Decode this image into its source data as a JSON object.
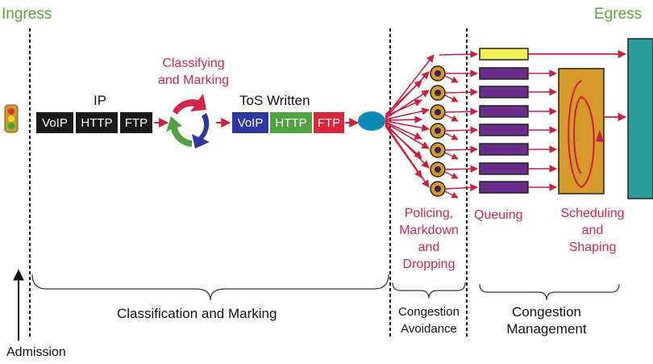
{
  "labels": {
    "ingress": "Ingress",
    "egress": "Egress",
    "ip": "IP",
    "classifying": "Classifying\nand Marking",
    "tos_written": "ToS Written",
    "policing": "Policing,\nMarkdown\nand\nDropping",
    "queuing": "Queuing",
    "scheduling": "Scheduling\nand\nShaping",
    "classification_marking": "Classification and Marking",
    "congestion_avoidance": "Congestion\nAvoidance",
    "congestion_management": "Congestion\nManagement",
    "admission": "Admission"
  },
  "packets_in": [
    "VoIP",
    "HTTP",
    "FTP"
  ],
  "packets_out": [
    "VoIP",
    "HTTP",
    "FTP"
  ],
  "colors": {
    "green_text": "#5aa23c",
    "red_text": "#d6254a",
    "arrow": "#c8203e",
    "queue_purple": "#6a2d8c",
    "queue_yellow": "#f2ec55",
    "scheduler_box": "#d69a2a",
    "egress_bar": "#2a9c9c",
    "classifier_node": "#0b8ab5"
  }
}
